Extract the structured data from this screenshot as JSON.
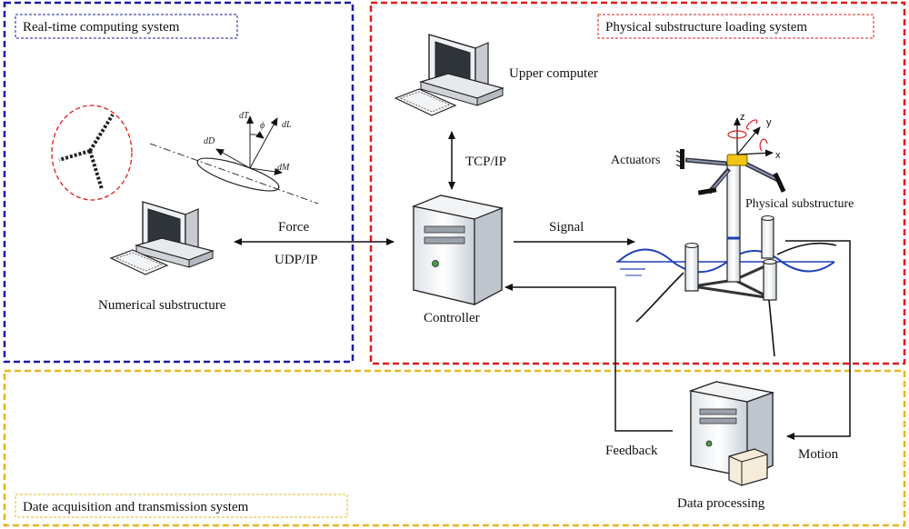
{
  "diagram": {
    "regions": {
      "real_time": "Real-time computing system",
      "physical_loading": "Physical substructure loading system",
      "data_acq": "Date acquisition and transmission system"
    },
    "nodes": {
      "upper_computer": "Upper computer",
      "numerical_substructure": "Numerical substructure",
      "controller": "Controller",
      "actuators": "Actuators",
      "physical_substructure": "Physical substructure",
      "data_processing": "Data processing"
    },
    "edges": {
      "tcp_ip": "TCP/IP",
      "force": "Force",
      "udp_ip": "UDP/IP",
      "signal": "Signal",
      "feedback": "Feedback",
      "motion": "Motion"
    },
    "blade_element_labels": {
      "dT": "dT",
      "dL": "dL",
      "dD": "dD",
      "dM": "dM",
      "phi": "ϕ"
    },
    "axis_labels": {
      "x": "x",
      "y": "y",
      "z": "z"
    },
    "colors": {
      "real_time_border": "#1a1aa8",
      "physical_border": "#e01b1b",
      "data_border": "#e6b422",
      "water": "#1e3fb5"
    }
  }
}
